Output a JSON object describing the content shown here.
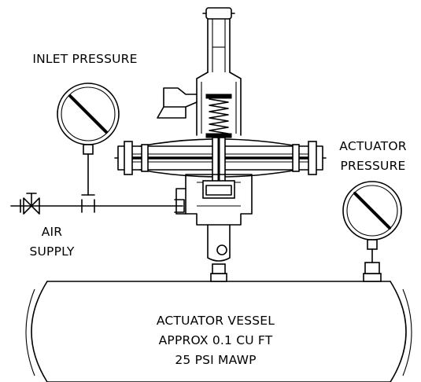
{
  "labels": {
    "inlet_pressure": "INLET PRESSURE",
    "actuator_pressure_line1": "ACTUATOR",
    "actuator_pressure_line2": "PRESSURE",
    "air_supply_line1": "AIR",
    "air_supply_line2": "SUPPLY",
    "vessel_line1": "ACTUATOR VESSEL",
    "vessel_line2": "APPROX 0.1 CU FT",
    "vessel_line3": "25 PSI MAWP"
  },
  "icons": {
    "inlet_gauge": "pressure-gauge-icon",
    "actuator_gauge": "pressure-gauge-icon",
    "supply_valve": "valve-icon",
    "regulator": "pressure-regulator-icon"
  },
  "colors": {
    "line": "#000000",
    "background": "#ffffff"
  }
}
